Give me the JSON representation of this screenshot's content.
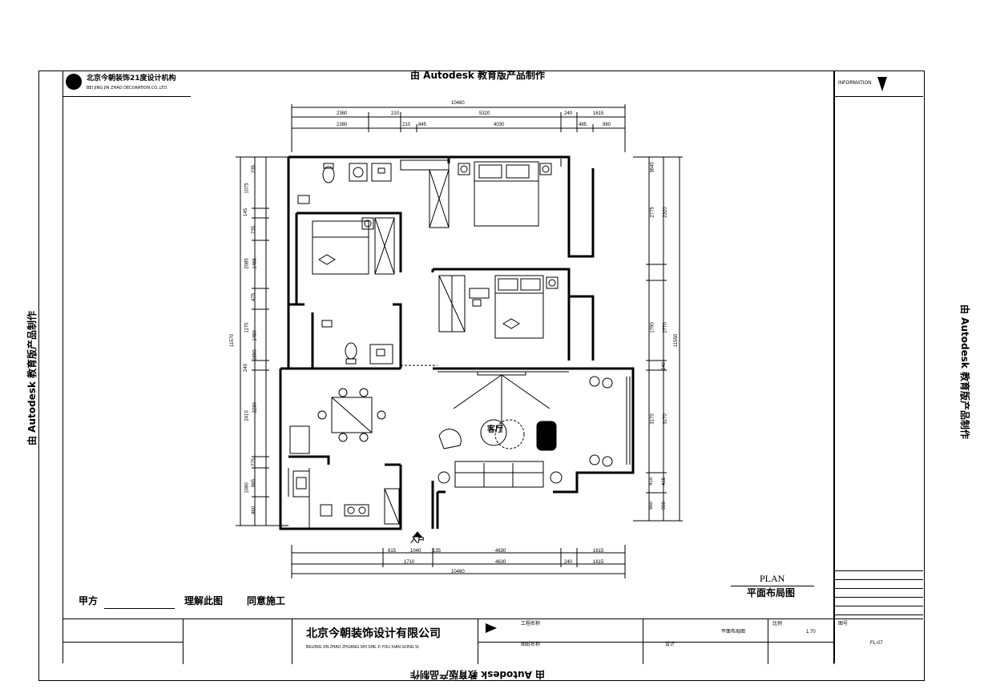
{
  "watermark": "由 Autodesk 教育版产品制作",
  "company_header": {
    "name": "北京今朝装饰21度设计机构",
    "en": "BEI JING JIN ZHAO DECORATION CO.,LTD."
  },
  "plan": {
    "dims_top_total": "10460",
    "dims_top_row1": [
      "2380",
      "210",
      "5320",
      "240",
      "1615"
    ],
    "dims_top_row2": [
      "2380",
      "210",
      "845",
      "4030",
      "485",
      "980"
    ],
    "dims_bottom_row1": [
      "815",
      "1040",
      "135",
      "4630",
      "1615"
    ],
    "dims_bottom_row2": [
      "1710",
      "4630",
      "240",
      "1615"
    ],
    "dims_bottom_total": "10460",
    "dims_left_total": "11570",
    "dims_right_total": "11550",
    "dims_left": [
      "235",
      "1075",
      "145",
      "735",
      "2085",
      "1455",
      "475",
      "1170",
      "1450",
      "1650",
      "240",
      "2230",
      "2410",
      "275",
      "865",
      "1080",
      "460"
    ],
    "dims_right": [
      "3640",
      "2775",
      "2320",
      "1790",
      "2770",
      "240",
      "3170",
      "3170",
      "415",
      "960",
      "415",
      "990"
    ],
    "room_labels": {
      "living": "客厅",
      "entry": "入户"
    }
  },
  "legend": {
    "plan_en": "PLAN",
    "plan_cn": "平面布局图"
  },
  "signoff": {
    "party": "甲方",
    "statement": "理解此图",
    "approve": "同意施工"
  },
  "title_block": {
    "company_cn": "北京今朝装饰设计有限公司",
    "company_en": "BEIJING JIN ZHAO ZHUANG SHI SHE JI YOU XIAN GONG SI",
    "project_label": "工程名称",
    "drawing_label": "图纸名称",
    "designer_label": "设计",
    "scale_label": "比例",
    "scale_value": "1:70",
    "sheet_label": "图号",
    "sheet_value": "FL-07",
    "plan_cn_small": "平面布局图"
  },
  "side_panel": {
    "label_top": "INFORMATION"
  }
}
